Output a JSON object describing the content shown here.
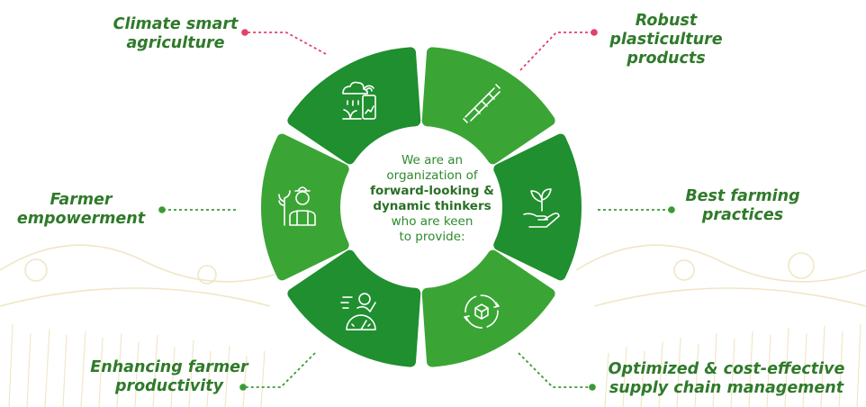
{
  "center": {
    "line1": "We are an",
    "line2": "organization of",
    "line3": "forward-looking &",
    "line4": "dynamic thinkers",
    "line5": "who are keen",
    "line6": "to provide:"
  },
  "items": [
    {
      "lines": [
        "Climate smart",
        "agriculture"
      ],
      "icon": "weather-sensor-icon",
      "color": "#1f8f2f"
    },
    {
      "lines": [
        "Robust",
        "plasticulture",
        "products"
      ],
      "icon": "drip-pipe-icon",
      "color": "#3aa535"
    },
    {
      "lines": [
        "Best farming",
        "practices"
      ],
      "icon": "plant-in-hand-icon",
      "color": "#1f8f2f"
    },
    {
      "lines": [
        "Optimized & cost-effective",
        "supply chain management"
      ],
      "icon": "supply-cycle-icon",
      "color": "#3aa535"
    },
    {
      "lines": [
        "Enhancing farmer",
        "productivity"
      ],
      "icon": "speedometer-farmer-icon",
      "color": "#1f8f2f"
    },
    {
      "lines": [
        "Farmer",
        "empowerment"
      ],
      "icon": "farmer-icon",
      "color": "#3aa535"
    }
  ],
  "colors": {
    "leader_pink": "#e3406a",
    "leader_green": "#3a9a36",
    "label": "#2f7a2a"
  }
}
